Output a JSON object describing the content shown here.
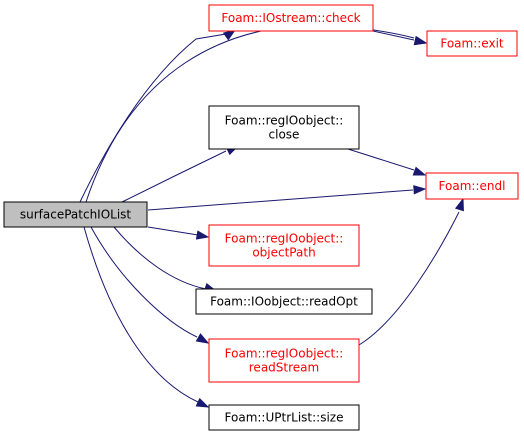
{
  "graph": {
    "root": {
      "lines": [
        "surfacePatchIOList"
      ],
      "fill": "#bfbfbf",
      "stroke": "#000000"
    },
    "nodes": [
      {
        "id": "check",
        "lines": [
          "Foam::IOstream::check"
        ],
        "stroke": "#ff0000",
        "text_color": "#ff0000"
      },
      {
        "id": "exit",
        "lines": [
          "Foam::exit"
        ],
        "stroke": "#ff0000",
        "text_color": "#ff0000"
      },
      {
        "id": "close",
        "lines": [
          "Foam::regIOobject::",
          "close"
        ],
        "stroke": "#000000",
        "text_color": "#000000"
      },
      {
        "id": "endl",
        "lines": [
          "Foam::endl"
        ],
        "stroke": "#ff0000",
        "text_color": "#ff0000"
      },
      {
        "id": "objectPath",
        "lines": [
          "Foam::regIOobject::",
          "objectPath"
        ],
        "stroke": "#ff0000",
        "text_color": "#ff0000"
      },
      {
        "id": "readOpt",
        "lines": [
          "Foam::IOobject::readOpt"
        ],
        "stroke": "#000000",
        "text_color": "#000000"
      },
      {
        "id": "readStream",
        "lines": [
          "Foam::regIOobject::",
          "readStream"
        ],
        "stroke": "#ff0000",
        "text_color": "#ff0000"
      },
      {
        "id": "size",
        "lines": [
          "Foam::UPtrList::size"
        ],
        "stroke": "#000000",
        "text_color": "#000000"
      }
    ],
    "edges": [
      [
        "root",
        "check"
      ],
      [
        "root",
        "exit"
      ],
      [
        "root",
        "close"
      ],
      [
        "root",
        "endl"
      ],
      [
        "root",
        "objectPath"
      ],
      [
        "root",
        "readOpt"
      ],
      [
        "root",
        "readStream"
      ],
      [
        "root",
        "size"
      ],
      [
        "check",
        "exit"
      ],
      [
        "close",
        "endl"
      ],
      [
        "readStream",
        "endl"
      ]
    ],
    "edge_color": "#191970"
  }
}
